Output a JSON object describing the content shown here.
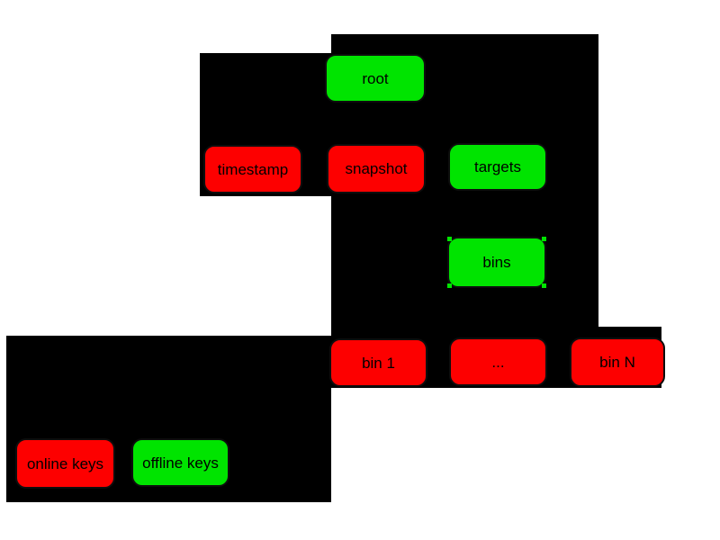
{
  "colors": {
    "online_fill": "#fd0000",
    "offline_fill": "#00e400",
    "panel_background": "#000000",
    "label_text": "#000000"
  },
  "diagram": {
    "nodes": [
      {
        "id": "root",
        "label": "root",
        "key_type": "offline"
      },
      {
        "id": "timestamp",
        "label": "timestamp",
        "key_type": "online"
      },
      {
        "id": "snapshot",
        "label": "snapshot",
        "key_type": "online"
      },
      {
        "id": "targets",
        "label": "targets",
        "key_type": "offline"
      },
      {
        "id": "bins",
        "label": "bins",
        "key_type": "offline"
      },
      {
        "id": "bin-1",
        "label": "bin 1",
        "key_type": "online"
      },
      {
        "id": "bin-ellipsis",
        "label": "...",
        "key_type": "online"
      },
      {
        "id": "bin-n",
        "label": "bin N",
        "key_type": "online"
      }
    ],
    "legend": [
      {
        "id": "online-keys",
        "label": "online keys",
        "key_type": "online"
      },
      {
        "id": "offline-keys",
        "label": "offline keys",
        "key_type": "offline"
      }
    ]
  }
}
